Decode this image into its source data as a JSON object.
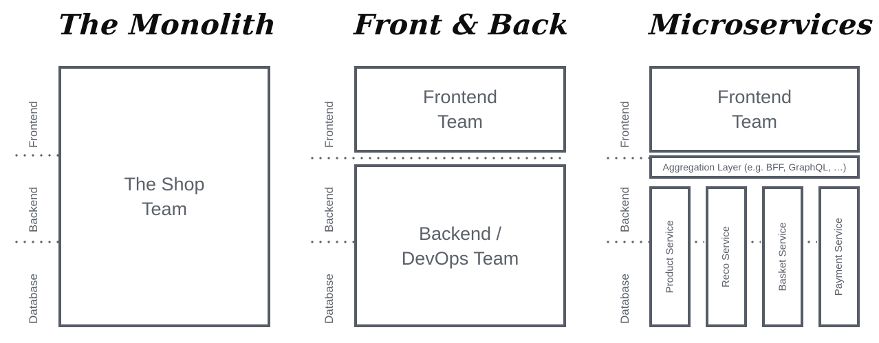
{
  "diagram": {
    "title_font_color": "#0d0d0d",
    "stroke_color": "#565c66",
    "text_color": "#5b6169",
    "background": "#ffffff"
  },
  "panels": [
    {
      "id": "monolith",
      "title": "The Monolith",
      "axis": [
        "Frontend",
        "Backend",
        "Database"
      ],
      "boxes": [
        {
          "id": "shop-team",
          "label": "The Shop\nTeam"
        }
      ]
    },
    {
      "id": "front-and-back",
      "title": "Front & Back",
      "axis": [
        "Frontend",
        "Backend",
        "Database"
      ],
      "boxes": [
        {
          "id": "frontend-team",
          "label": "Frontend\nTeam"
        },
        {
          "id": "backend-devops-team",
          "label": "Backend /\nDevOps Team"
        }
      ]
    },
    {
      "id": "microservices",
      "title": "Microservices",
      "axis": [
        "Frontend",
        "Backend",
        "Database"
      ],
      "boxes": [
        {
          "id": "frontend-team",
          "label": "Frontend\nTeam"
        },
        {
          "id": "aggregation-layer",
          "label": "Aggregation Layer (e.g. BFF, GraphQL, …)"
        }
      ],
      "services": [
        {
          "id": "product-service",
          "label": "Product Service"
        },
        {
          "id": "reco-service",
          "label": "Reco Service"
        },
        {
          "id": "basket-service",
          "label": "Basket Service"
        },
        {
          "id": "payment-service",
          "label": "Payment Service"
        }
      ]
    }
  ]
}
